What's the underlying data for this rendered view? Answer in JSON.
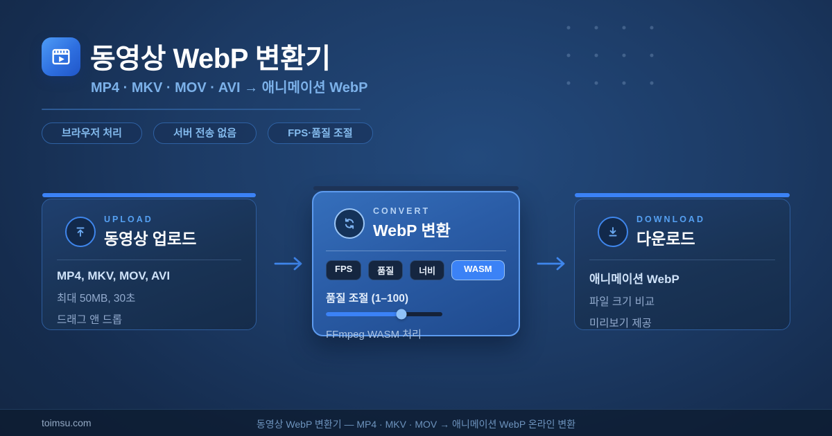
{
  "header": {
    "app_icon": "video-player-icon",
    "title": "동영상 WebP 변환기",
    "subtitle": "MP4 · MKV · MOV · AVI → 애니메이션 WebP"
  },
  "badges": [
    {
      "label": "브라우저 처리"
    },
    {
      "label": "서버 전송 없음"
    },
    {
      "label": "FPS·품질 조절"
    }
  ],
  "steps": [
    {
      "step_label": "UPLOAD",
      "title": "동영상 업로드",
      "icon": "upload-icon",
      "highlighted": false,
      "lines": [
        "MP4, MKV, MOV, AVI",
        "최대 50MB, 30초",
        "드래그 앤 드롭"
      ]
    },
    {
      "step_label": "CONVERT",
      "title": "WebP 변환",
      "icon": "convert-sync-icon",
      "highlighted": true,
      "chips": [
        {
          "label": "FPS",
          "active": false
        },
        {
          "label": "품질",
          "active": false
        },
        {
          "label": "너비",
          "active": false
        },
        {
          "label": "WASM",
          "active": true
        }
      ],
      "slider": {
        "label": "품질 조절 (1–100)",
        "value_percent": 65,
        "min": 1,
        "max": 100
      },
      "footnote": "FFmpeg WASM 처리"
    },
    {
      "step_label": "DOWNLOAD",
      "title": "다운로드",
      "icon": "download-icon",
      "highlighted": false,
      "lines": [
        "애니메이션 WebP",
        "파일 크기 비교",
        "미리보기 제공"
      ]
    }
  ],
  "footer": {
    "site": "toimsu.com",
    "description": "동영상 WebP 변환기 — MP4 · MKV · MOV → 애니메이션 WebP 온라인 변환"
  },
  "colors": {
    "accent": "#3b82f6",
    "accent_light": "#60a5fa",
    "background_center": "#234a7d",
    "background_edge": "#132642",
    "card_background": "#193355",
    "highlight_card_background": "#2a5ca6",
    "highlight_card_border": "#5d9bef",
    "subtitle_text": "#7cb1e9",
    "muted_text": "#93abce",
    "footer_background": "#0d1a2e"
  }
}
